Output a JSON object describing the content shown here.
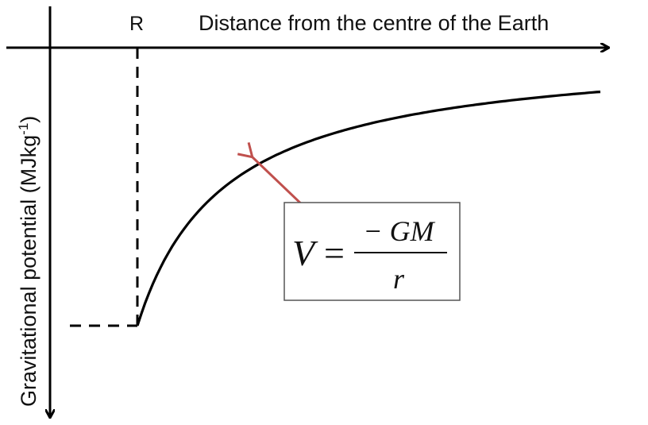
{
  "chart_data": {
    "type": "line",
    "title": "",
    "xlabel": "Distance from the centre of the Earth",
    "ylabel_main": "Gravitational potential (MJkg",
    "ylabel_sup": "-1",
    "ylabel_close": ")",
    "radius_marker": "R",
    "formula": {
      "lhs": "V",
      "equals": "=",
      "numerator": "− GM",
      "denominator": "r"
    },
    "curve": {
      "expression": "V = -k / r",
      "k": 1,
      "r_start": 1,
      "r_end": 6.3,
      "y_at_R": -1
    },
    "xlim": [
      0,
      6.7
    ],
    "ylim": [
      -1.1,
      0
    ],
    "grid": false,
    "colors": {
      "curve": "#000000",
      "axis": "#000000",
      "arrow": "#c0504d",
      "box_border": "#555555"
    }
  }
}
